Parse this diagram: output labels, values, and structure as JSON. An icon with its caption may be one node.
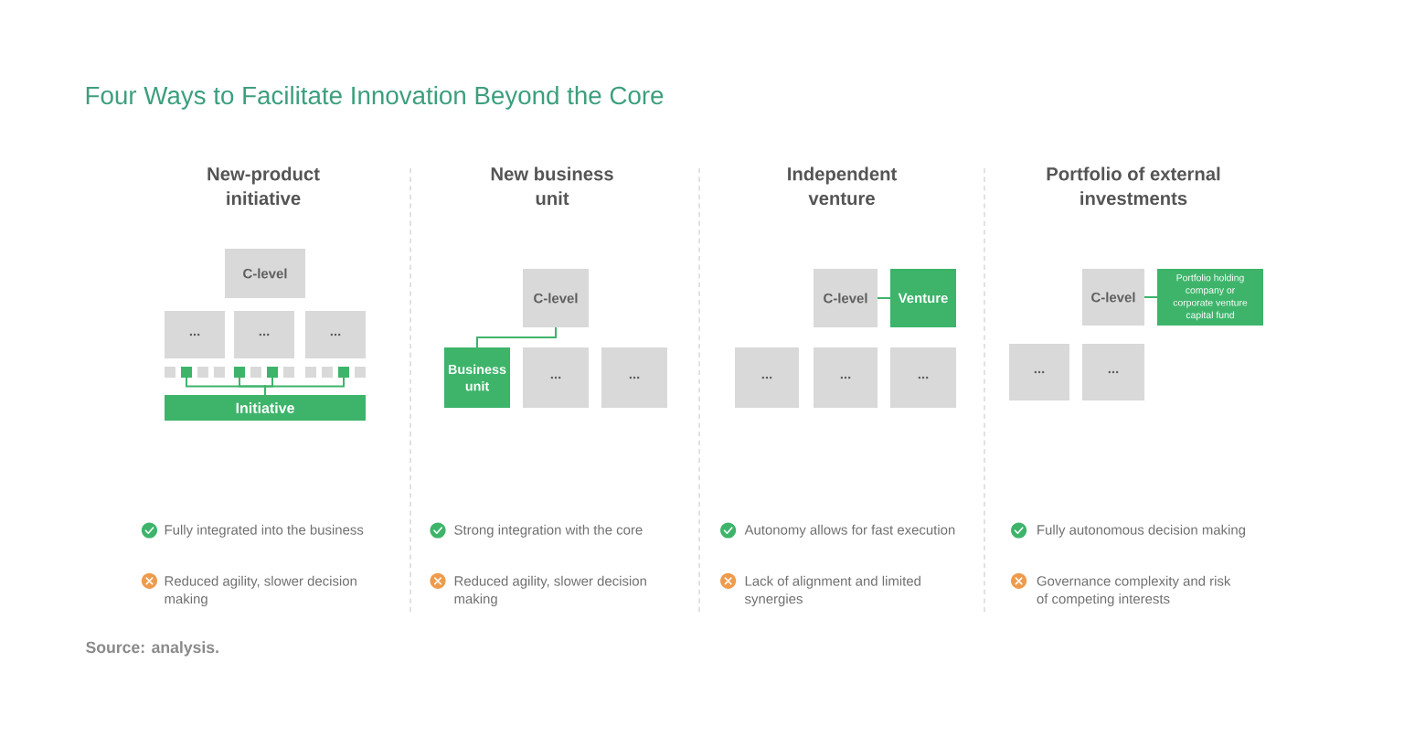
{
  "diagram": {
    "title": "Four Ways to Facilitate Innovation Beyond the Core",
    "nodes": [
      {
        "text": [
          "C-level"
        ]
      },
      {
        "text": [
          "..."
        ]
      },
      {
        "text": [
          "..."
        ]
      },
      {
        "text": [
          "..."
        ]
      },
      {
        "text": [],
        "shape": "box"
      },
      {
        "text": [],
        "shape": "box"
      },
      {
        "text": [],
        "shape": "box"
      },
      {
        "text": [],
        "shape": "box"
      },
      {
        "text": [],
        "shape": "box"
      },
      {
        "text": [],
        "shape": "box"
      },
      {
        "text": [],
        "shape": "box"
      },
      {
        "text": [],
        "shape": "box"
      },
      {
        "text": [],
        "shape": "box"
      },
      {
        "text": [],
        "shape": "box"
      },
      {
        "text": [],
        "shape": "box"
      },
      {
        "text": [],
        "shape": "box"
      },
      {
        "text": [
          "Initiative"
        ]
      },
      {
        "text": [
          "C-level"
        ]
      },
      {
        "text": [
          "Business unit"
        ]
      },
      {
        "text": [
          "..."
        ]
      },
      {
        "text": [
          "..."
        ]
      },
      {
        "text": [
          "C-level"
        ]
      },
      {
        "text": [
          "Venture"
        ]
      },
      {
        "text": [
          "..."
        ]
      },
      {
        "text": [
          "..."
        ]
      },
      {
        "text": [
          "..."
        ]
      },
      {
        "text": [
          "C-level"
        ]
      },
      {
        "text": [
          "Portfolio holding company or corporate venture capital fund"
        ]
      },
      {
        "text": [
          "..."
        ]
      },
      {
        "text": [
          "..."
        ]
      }
    ],
    "edges": [
      {
        "from": 5,
        "to": 16,
        "arrow": "none"
      },
      {
        "from": 8,
        "to": 16,
        "arrow": "none"
      },
      {
        "from": 10,
        "to": 16,
        "arrow": "none"
      },
      {
        "from": 14,
        "to": 16,
        "arrow": "none"
      },
      {
        "from": 17,
        "to": 18,
        "arrow": "none"
      },
      {
        "from": 21,
        "to": 22,
        "arrow": "none"
      },
      {
        "from": 26,
        "to": 27,
        "arrow": "none"
      }
    ],
    "labels": [
      "New-product initiative",
      "New business unit",
      "Independent venture",
      "Portfolio of external investments",
      "Fully integrated into the business",
      "Strong integration with the core",
      "Autonomy allows for fast execution",
      "Fully autonomous decision making",
      "Reduced agility, slower decision making",
      "Reduced agility, slower decision making",
      "Lack of alignment and limited synergies",
      "Governance complexity and risk of competing interests",
      "Source: analysis."
    ]
  }
}
